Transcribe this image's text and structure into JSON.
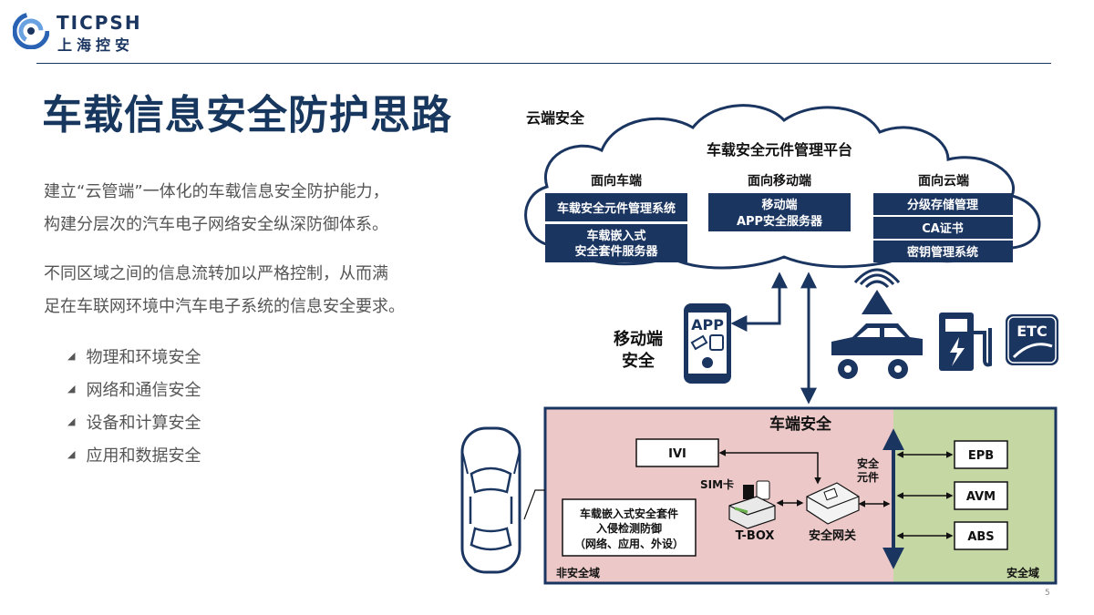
{
  "brand": {
    "name_en": "TICPSH",
    "name_cn": "上海控安"
  },
  "title": "车载信息安全防护思路",
  "paragraphs": [
    {
      "line1": "建立“云管端”一体化的车载信息安全防护能力，",
      "line2": "构建分层次的汽车电子网络安全纵深防御体系。"
    },
    {
      "line1": "不同区域之间的信息流转加以严格控制，从而满",
      "line2": "足在车联网环境中汽车电子系统的信息安全要求。"
    }
  ],
  "bullets": [
    "物理和环境安全",
    "网络和通信安全",
    "设备和计算安全",
    "应用和数据安全"
  ],
  "cloud": {
    "label": "云端安全",
    "platform": "车载安全元件管理平台",
    "sections": [
      {
        "heading": "面向车端",
        "box1": "车载安全元件管理系统",
        "box2_line1": "车载嵌入式",
        "box2_line2": "安全套件服务器"
      },
      {
        "heading": "面向移动端",
        "box1_line1": "移动端",
        "box1_line2": "APP安全服务器"
      },
      {
        "heading": "面向云端",
        "box1": "分级存储管理",
        "box2": "CA证书",
        "box3": "密钥管理系统"
      }
    ]
  },
  "mobile": {
    "app_label": "APP",
    "label_line1": "移动端",
    "label_line2": "安全"
  },
  "etc_label": "ETC",
  "vehicle": {
    "title": "车端安全",
    "ivi": "IVI",
    "sim": "SIM卡",
    "tbox": "T-BOX",
    "gateway": "安全网关",
    "secure_element_line1": "安全",
    "secure_element_line2": "元件",
    "ecus": [
      "EPB",
      "AVM",
      "ABS"
    ],
    "suite_line1": "车载嵌入式安全套件",
    "suite_line2": "入侵检测防御",
    "suite_line3": "（网络、应用、外设）",
    "non_secure_zone": "非安全域",
    "secure_zone": "安全域"
  },
  "page_number": "5",
  "colors": {
    "navy": "#1b3561",
    "pink_zone": "#ecc8c8",
    "green_zone": "#c5d8a4",
    "brand_blue": "#2a63b4"
  }
}
